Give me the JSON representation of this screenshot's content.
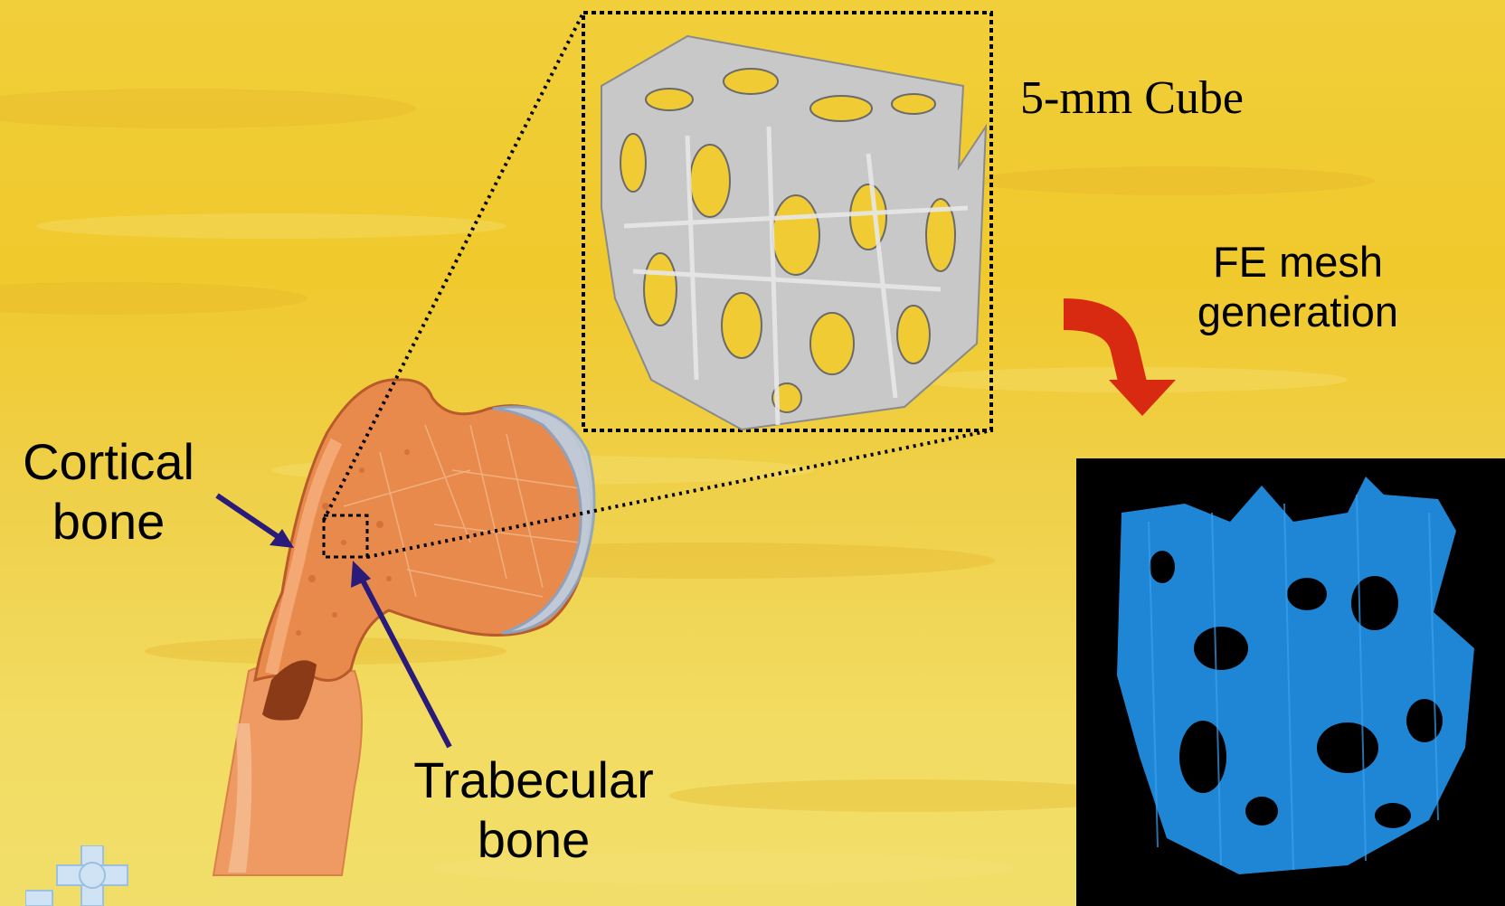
{
  "labels": {
    "cortical": [
      "Cortical",
      "bone"
    ],
    "trabecular": [
      "Trabecular",
      "bone"
    ],
    "cube": "5-mm Cube",
    "fe_mesh": [
      "FE mesh",
      "generation"
    ]
  },
  "colors": {
    "background": "#f0cb33",
    "arrow_pointer": "#2a1a7a",
    "curved_arrow": "#d82a10",
    "mesh": "#1f86d6",
    "mesh_background": "#000000",
    "bone_cut": "#e58a4c",
    "cube_render": "#c8c8c8"
  },
  "icons": [
    "curved-arrow-icon",
    "cross-logo-icon"
  ]
}
